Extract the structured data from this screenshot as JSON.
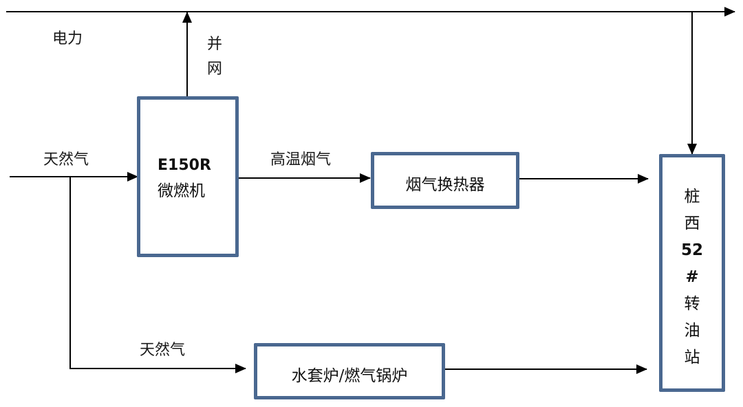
{
  "labels": {
    "power": "电力",
    "grid_connection_line1": "并",
    "grid_connection_line2": "网",
    "natural_gas_main": "天然气",
    "natural_gas_branch": "天然气",
    "high_temp_flue_gas": "高温烟气"
  },
  "nodes": {
    "microturbine": {
      "model": "E150R",
      "name": "微燃机"
    },
    "flue_gas_heat_exchanger": {
      "name": "烟气换热器"
    },
    "boiler": {
      "name": "水套炉/燃气锅炉"
    },
    "oil_station": {
      "chars": [
        "桩",
        "西",
        "52",
        "#",
        "转",
        "油",
        "站"
      ]
    }
  },
  "edges": [
    {
      "from": "natural_gas_source",
      "to": "microturbine",
      "label": "天然气"
    },
    {
      "from": "microturbine",
      "to": "power_bus",
      "label": "并网"
    },
    {
      "from": "microturbine",
      "to": "flue_gas_heat_exchanger",
      "label": "高温烟气"
    },
    {
      "from": "flue_gas_heat_exchanger",
      "to": "oil_station",
      "label": ""
    },
    {
      "from": "natural_gas_source",
      "to": "boiler",
      "label": "天然气"
    },
    {
      "from": "boiler",
      "to": "oil_station",
      "label": ""
    },
    {
      "from": "power_bus",
      "to": "oil_station",
      "label": "电力"
    }
  ],
  "colors": {
    "box_border": "#4a6890",
    "line": "#000000"
  }
}
